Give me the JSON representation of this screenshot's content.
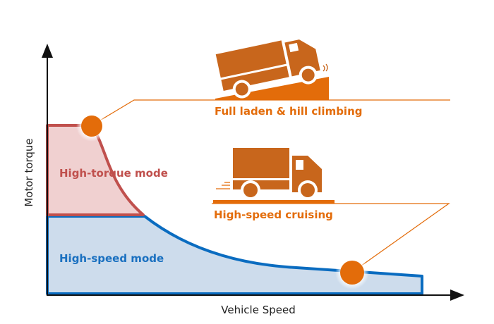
{
  "axes": {
    "x_label": "Vehicle Speed",
    "y_label": "Motor torque"
  },
  "regions": {
    "high_torque": {
      "label": "High-torque mode",
      "fill": "#f0d0d0",
      "stroke": "#c0504d",
      "text_color": "#c0504d"
    },
    "high_speed": {
      "label": "High-speed mode",
      "fill": "#cddcec",
      "stroke": "#0a6cc0",
      "text_color": "#1a70c0"
    }
  },
  "callouts": {
    "hill": {
      "label": "Full laden & hill climbing",
      "icon": "truck-climbing-hill-icon"
    },
    "cruise": {
      "label": "High-speed cruising",
      "icon": "truck-moving-fast-icon"
    }
  },
  "colors": {
    "accent": "#e36c0a",
    "truck": "#c8661c",
    "axis": "#111111"
  }
}
